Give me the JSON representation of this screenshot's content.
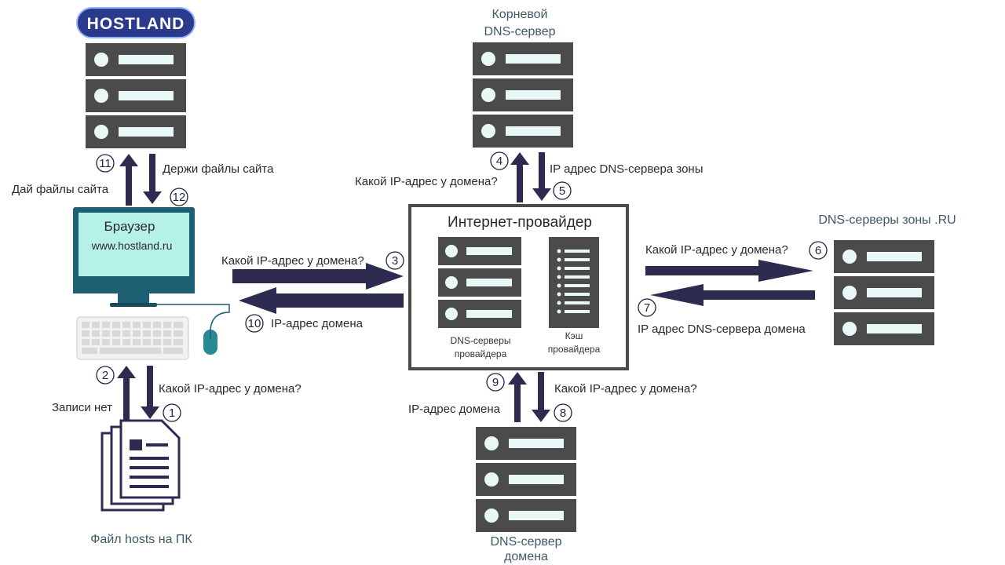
{
  "logo": {
    "text": "HOSTLAND"
  },
  "nodes": {
    "root_dns": {
      "line1": "Корневой",
      "line2": "DNS-сервер"
    },
    "ru_zone": {
      "label": "DNS-серверы зоны .RU"
    },
    "domain_dns": {
      "line1": "DNS-сервер",
      "line2": "домена"
    },
    "hosts_file": {
      "label": "Файл hosts на ПК"
    },
    "browser": {
      "title": "Браузер",
      "url": "www.hostland.ru"
    },
    "isp": {
      "title": "Интернет-провайдер",
      "dns_servers_line1": "DNS-серверы",
      "dns_servers_line2": "провайдера",
      "cache_line1": "Кэш",
      "cache_line2": "провайдера"
    }
  },
  "steps": [
    {
      "n": "1",
      "text": "Какой IP-адрес у домена?"
    },
    {
      "n": "2",
      "text": "Записи нет"
    },
    {
      "n": "3",
      "text": "Какой IP-адрес у домена?"
    },
    {
      "n": "4",
      "text": "Какой IP-адрес у домена?"
    },
    {
      "n": "5",
      "text": "IP адрес DNS-сервера зоны"
    },
    {
      "n": "6",
      "text": "Какой IP-адрес у домена?"
    },
    {
      "n": "7",
      "text": "IP адрес DNS-сервера домена"
    },
    {
      "n": "8",
      "text": "Какой IP-адрес у домена?"
    },
    {
      "n": "9",
      "text": "IP-адрес домена"
    },
    {
      "n": "10",
      "text": "IP-адрес домена"
    },
    {
      "n": "11",
      "text": "Дай файлы сайта"
    },
    {
      "n": "12",
      "text": "Держи файлы сайта"
    }
  ],
  "colors": {
    "server": "#4b4b4b",
    "led": "#e8f8f6",
    "arrow": "#2d2b4f",
    "monitor_frame": "#1f5f73",
    "screen": "#b5f0e9",
    "logo_bg": "#2a3a8c"
  }
}
